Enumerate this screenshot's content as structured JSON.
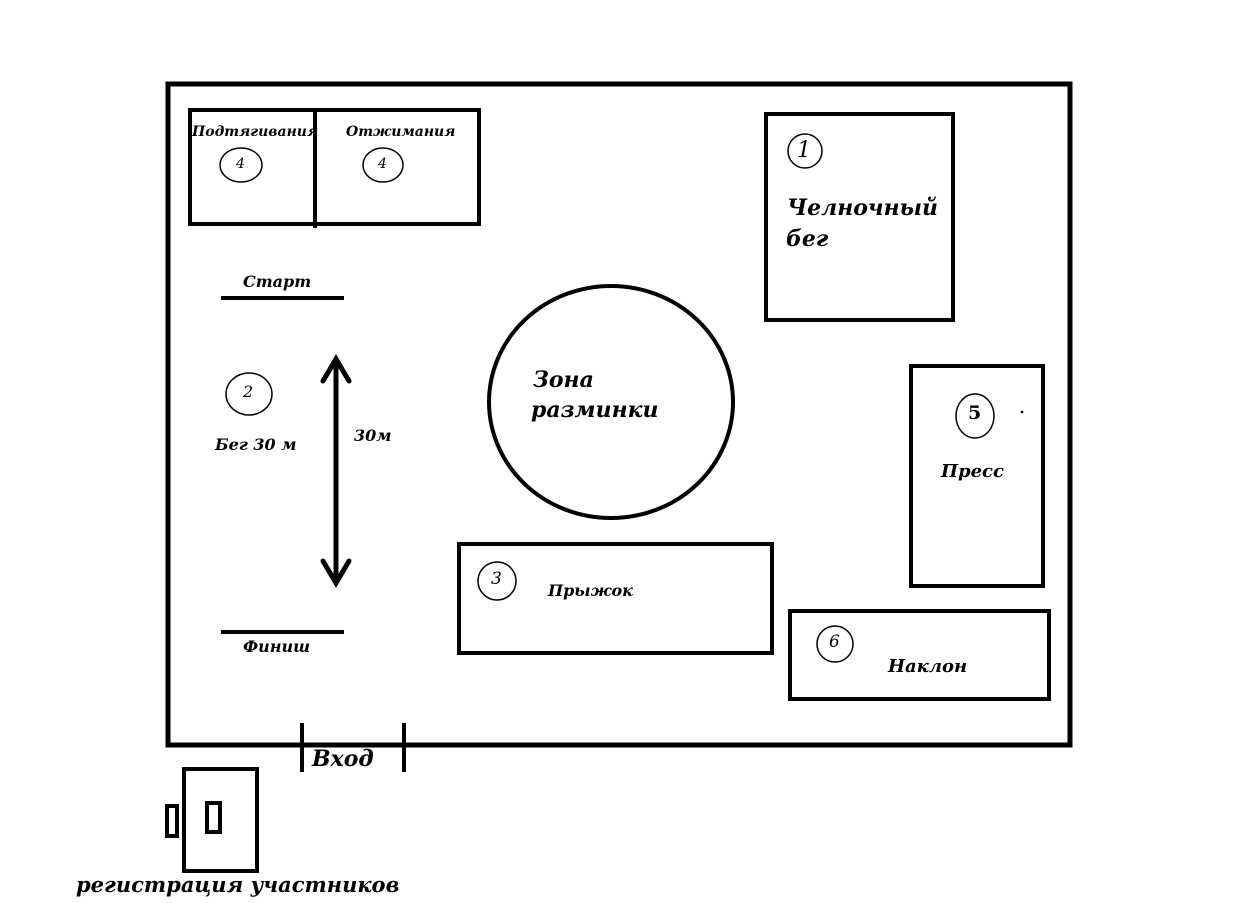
{
  "diagram": {
    "stations": {
      "pullups": {
        "label": "Подтягивания",
        "number": "4"
      },
      "pushups": {
        "label": "Отжимания",
        "number": "4"
      },
      "shuttle_run": {
        "number": "1",
        "label_line1": "Челночный",
        "label_line2": "бег"
      },
      "sprint": {
        "number": "2",
        "label": "Бег 30 м",
        "start": "Старт",
        "finish": "Финиш",
        "distance": "30м"
      },
      "warmup": {
        "label_line1": "Зона",
        "label_line2": "разминки"
      },
      "jump": {
        "number": "3",
        "label": "Прыжок"
      },
      "press": {
        "number": "5",
        "label": "Пресс"
      },
      "bend": {
        "number": "6",
        "label": "Наклон"
      }
    },
    "entrance": "Вход",
    "registration": "регистрация участников"
  }
}
